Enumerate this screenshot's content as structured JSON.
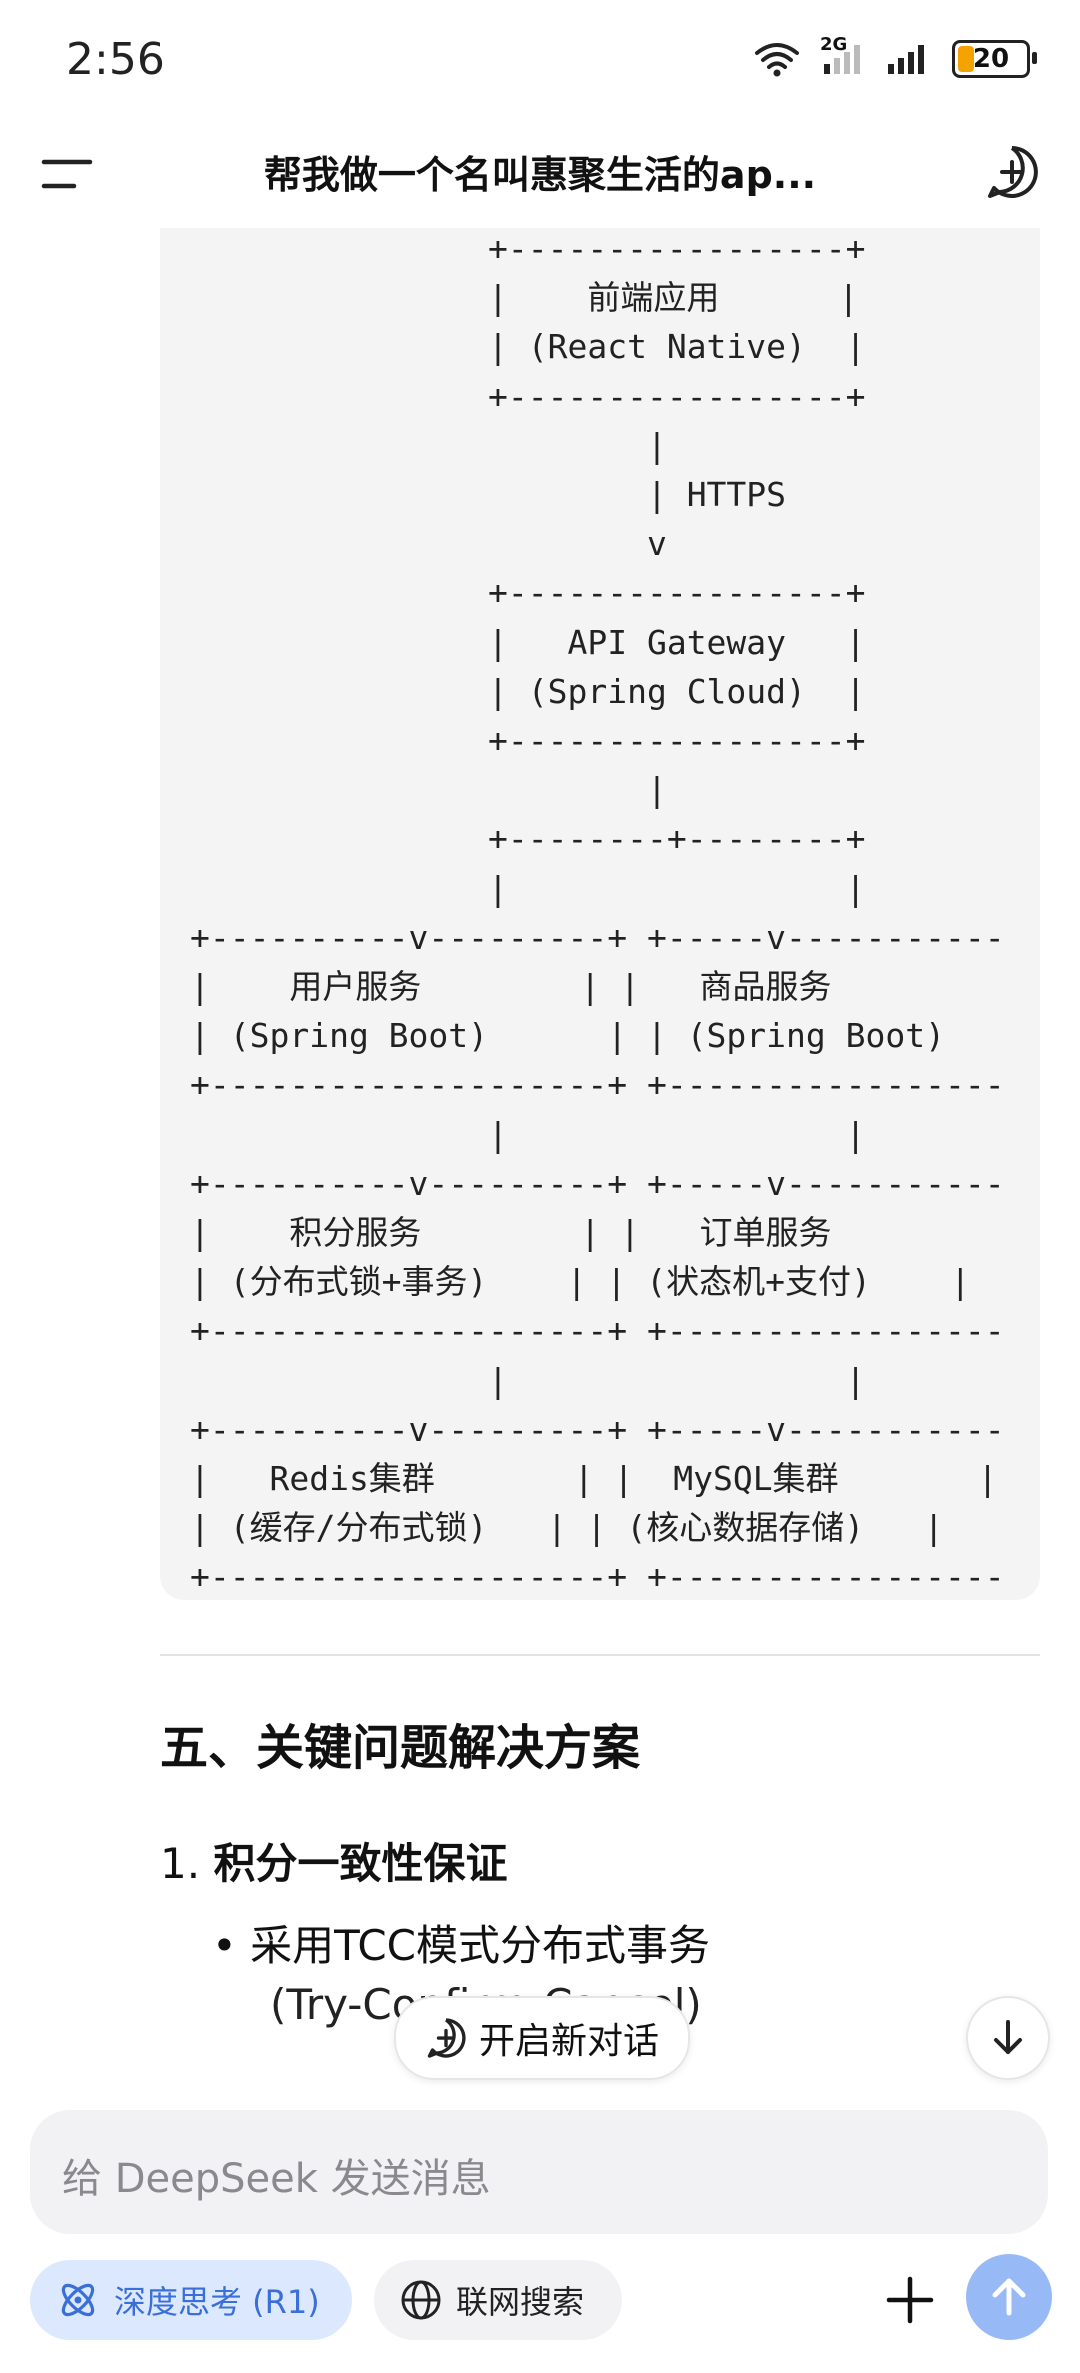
{
  "status_bar": {
    "time": "2:56",
    "network_label": "2G",
    "battery_level": "20"
  },
  "header": {
    "title": "帮我做一个名叫惠聚生活的ap..."
  },
  "code_block": {
    "lines": [
      "               +-----------------+",
      "               |    前端应用      |",
      "               | (React Native)  |",
      "               +-----------------+",
      "                       |",
      "                       | HTTPS",
      "                       v",
      "               +-----------------+",
      "               |   API Gateway   |",
      "               | (Spring Cloud)  |",
      "               +-----------------+",
      "                       |",
      "               +--------+--------+",
      "               |                 |",
      "+----------v---------+ +-----v-----------",
      "|    用户服务        | |   商品服务",
      "| (Spring Boot)      | | (Spring Boot)",
      "+--------------------+ +-----------------",
      "               |                 |",
      "+----------v---------+ +-----v-----------",
      "|    积分服务        | |   订单服务",
      "| (分布式锁+事务)    | | (状态机+支付)    |",
      "+--------------------+ +-----------------",
      "               |                 |",
      "+----------v---------+ +-----v-----------",
      "|   Redis集群       | |  MySQL集群       |",
      "| (缓存/分布式锁)   | | (核心数据存储)   |",
      "+--------------------+ +-----------------"
    ]
  },
  "content": {
    "section_heading": "五、关键问题解决方案",
    "ordered_item_number": "1.",
    "ordered_item_text": "积分一致性保证",
    "bullet_text": "采用TCC模式分布式事务",
    "bullet_text_cont": "(Try-Confirm-Cancel)"
  },
  "floating": {
    "new_chat_label": "开启新对话"
  },
  "composer": {
    "placeholder": "给 DeepSeek 发送消息",
    "deepthink_label": "深度思考 (R1)",
    "search_label": "联网搜索"
  },
  "colors": {
    "accent_blue": "#3b6fd8",
    "chip_blue_bg": "#dbe8fd",
    "send_button": "#97b9f5",
    "code_bg": "#f4f4f4",
    "battery_fill": "#f4a200"
  },
  "icons": {
    "menu": "menu-icon",
    "new_chat": "plus-circle-icon",
    "wifi": "wifi-icon",
    "signal": "signal-icon",
    "battery": "battery-icon",
    "scroll_down": "arrow-down-icon",
    "deepthink": "atom-icon",
    "search": "globe-icon",
    "attach": "plus-icon",
    "send": "arrow-up-icon"
  }
}
